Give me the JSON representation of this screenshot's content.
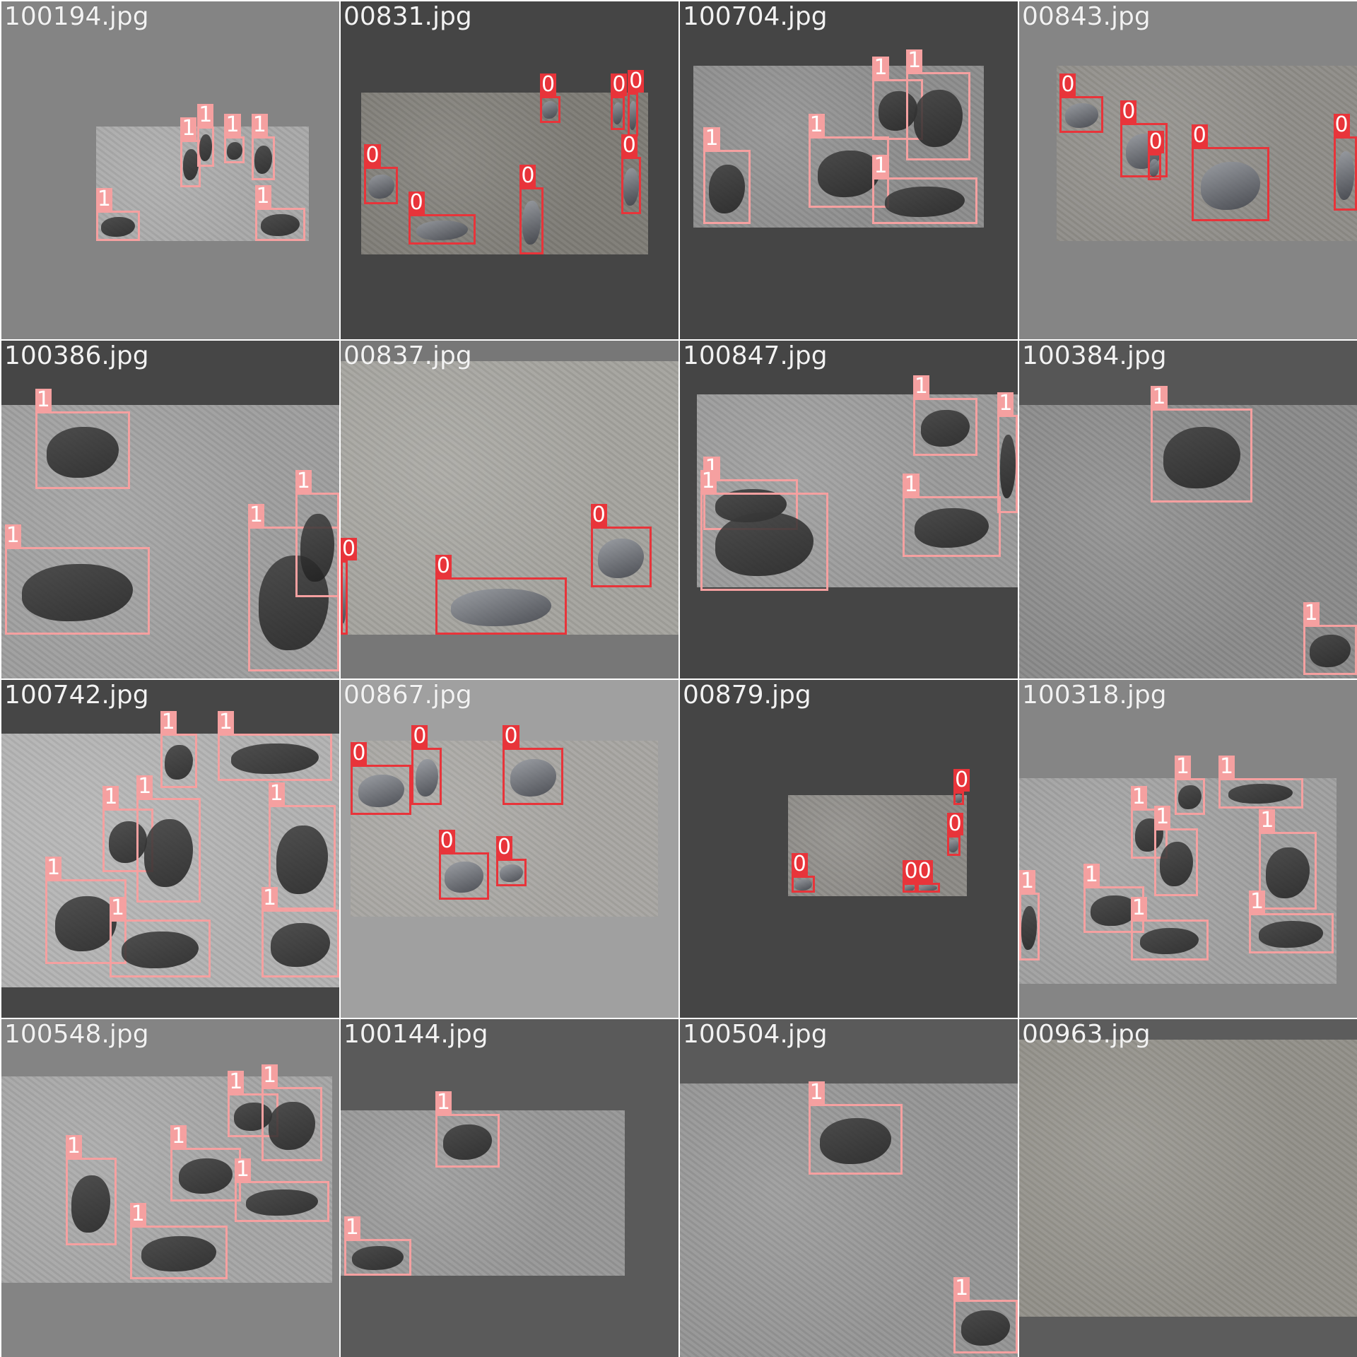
{
  "colors": {
    "class_0": "#e8343a",
    "class_1": "#f5a0a0"
  },
  "tiles": [
    {
      "filename": "100194.jpg",
      "bg": "#848484",
      "photo": [
        0.28,
        0.37,
        0.63,
        0.34
      ],
      "photo_color": "#a9a9a9",
      "boxes": [
        [
          1,
          0.28,
          0.62,
          0.13,
          0.09
        ],
        [
          1,
          0.53,
          0.41,
          0.06,
          0.14
        ],
        [
          1,
          0.58,
          0.37,
          0.05,
          0.12
        ],
        [
          1,
          0.66,
          0.4,
          0.06,
          0.08
        ],
        [
          1,
          0.74,
          0.4,
          0.07,
          0.13
        ],
        [
          1,
          0.75,
          0.61,
          0.15,
          0.1
        ]
      ]
    },
    {
      "filename": "00831.jpg",
      "bg": "#454545",
      "photo": [
        0.06,
        0.27,
        0.85,
        0.48
      ],
      "photo_color": "#7e7c76",
      "boxes": [
        [
          0,
          0.07,
          0.49,
          0.1,
          0.11
        ],
        [
          0,
          0.2,
          0.63,
          0.2,
          0.09
        ],
        [
          0,
          0.59,
          0.28,
          0.06,
          0.08
        ],
        [
          0,
          0.53,
          0.55,
          0.07,
          0.2
        ],
        [
          0,
          0.8,
          0.28,
          0.04,
          0.1
        ],
        [
          0,
          0.85,
          0.27,
          0.03,
          0.13
        ],
        [
          0,
          0.83,
          0.46,
          0.06,
          0.17
        ]
      ]
    },
    {
      "filename": "100704.jpg",
      "bg": "#454545",
      "photo": [
        0.04,
        0.19,
        0.86,
        0.48
      ],
      "photo_color": "#8d8d8d",
      "boxes": [
        [
          1,
          0.07,
          0.44,
          0.14,
          0.22
        ],
        [
          1,
          0.38,
          0.4,
          0.24,
          0.21
        ],
        [
          1,
          0.57,
          0.23,
          0.15,
          0.18
        ],
        [
          1,
          0.67,
          0.21,
          0.19,
          0.26
        ],
        [
          1,
          0.57,
          0.52,
          0.31,
          0.14
        ]
      ]
    },
    {
      "filename": "00843.jpg",
      "bg": "#858585",
      "photo": [
        0.11,
        0.19,
        0.89,
        0.52
      ],
      "photo_color": "#8f8d88",
      "boxes": [
        [
          0,
          0.12,
          0.28,
          0.13,
          0.11
        ],
        [
          0,
          0.3,
          0.36,
          0.14,
          0.16
        ],
        [
          0,
          0.38,
          0.45,
          0.04,
          0.08
        ],
        [
          0,
          0.51,
          0.43,
          0.23,
          0.22
        ],
        [
          0,
          0.93,
          0.4,
          0.07,
          0.22
        ]
      ]
    },
    {
      "filename": "100386.jpg",
      "bg": "#464646",
      "photo": [
        0.0,
        0.19,
        1.0,
        0.81
      ],
      "photo_color": "#9e9e9e",
      "boxes": [
        [
          1,
          0.1,
          0.21,
          0.28,
          0.23
        ],
        [
          1,
          0.01,
          0.61,
          0.43,
          0.26
        ],
        [
          1,
          0.73,
          0.55,
          0.27,
          0.43
        ],
        [
          1,
          0.87,
          0.45,
          0.13,
          0.31
        ]
      ]
    },
    {
      "filename": "00837.jpg",
      "bg": "#777777",
      "photo": [
        0.0,
        0.06,
        1.0,
        0.81
      ],
      "photo_color": "#a4a39e",
      "boxes": [
        [
          0,
          0.28,
          0.7,
          0.39,
          0.17
        ],
        [
          0,
          0.74,
          0.55,
          0.18,
          0.18
        ],
        [
          0,
          0.0,
          0.65,
          0.02,
          0.22
        ]
      ]
    },
    {
      "filename": "100847.jpg",
      "bg": "#454545",
      "photo": [
        0.05,
        0.16,
        0.95,
        0.57
      ],
      "photo_color": "#9a9a9a",
      "boxes": [
        [
          1,
          0.07,
          0.41,
          0.28,
          0.15
        ],
        [
          1,
          0.06,
          0.45,
          0.38,
          0.29
        ],
        [
          1,
          0.69,
          0.17,
          0.19,
          0.17
        ],
        [
          1,
          0.94,
          0.22,
          0.06,
          0.29
        ],
        [
          1,
          0.66,
          0.46,
          0.29,
          0.18
        ]
      ]
    },
    {
      "filename": "100384.jpg",
      "bg": "#565656",
      "photo": [
        0.0,
        0.19,
        1.0,
        0.81
      ],
      "photo_color": "#8a8a8a",
      "boxes": [
        [
          1,
          0.39,
          0.2,
          0.3,
          0.28
        ],
        [
          1,
          0.84,
          0.84,
          0.16,
          0.15
        ]
      ]
    },
    {
      "filename": "100742.jpg",
      "bg": "#464646",
      "photo": [
        0.0,
        0.16,
        1.0,
        0.75
      ],
      "photo_color": "#b2b2b2",
      "boxes": [
        [
          1,
          0.47,
          0.16,
          0.11,
          0.16
        ],
        [
          1,
          0.64,
          0.16,
          0.34,
          0.14
        ],
        [
          1,
          0.3,
          0.38,
          0.15,
          0.19
        ],
        [
          1,
          0.4,
          0.35,
          0.19,
          0.31
        ],
        [
          1,
          0.79,
          0.37,
          0.2,
          0.31
        ],
        [
          1,
          0.13,
          0.59,
          0.24,
          0.25
        ],
        [
          1,
          0.32,
          0.71,
          0.3,
          0.17
        ],
        [
          1,
          0.77,
          0.68,
          0.23,
          0.2
        ]
      ]
    },
    {
      "filename": "00867.jpg",
      "bg": "#a0a0a0",
      "photo": [
        0.03,
        0.18,
        0.91,
        0.52
      ],
      "photo_color": "#a8a6a2",
      "boxes": [
        [
          0,
          0.03,
          0.25,
          0.18,
          0.15
        ],
        [
          0,
          0.21,
          0.2,
          0.09,
          0.17
        ],
        [
          0,
          0.48,
          0.2,
          0.18,
          0.17
        ],
        [
          0,
          0.29,
          0.51,
          0.15,
          0.14
        ],
        [
          0,
          0.46,
          0.53,
          0.09,
          0.08
        ]
      ]
    },
    {
      "filename": "00879.jpg",
      "bg": "#454545",
      "photo": [
        0.32,
        0.34,
        0.53,
        0.3
      ],
      "photo_color": "#8c8a86",
      "boxes": [
        [
          0,
          0.33,
          0.58,
          0.07,
          0.05
        ],
        [
          0,
          0.66,
          0.6,
          0.04,
          0.03
        ],
        [
          0,
          0.7,
          0.6,
          0.07,
          0.03
        ],
        [
          0,
          0.79,
          0.46,
          0.04,
          0.06
        ],
        [
          0,
          0.81,
          0.33,
          0.03,
          0.04
        ]
      ]
    },
    {
      "filename": "100318.jpg",
      "bg": "#858585",
      "photo": [
        0.0,
        0.29,
        0.94,
        0.61
      ],
      "photo_color": "#a0a0a0",
      "boxes": [
        [
          1,
          0.46,
          0.29,
          0.09,
          0.11
        ],
        [
          1,
          0.59,
          0.29,
          0.25,
          0.09
        ],
        [
          1,
          0.33,
          0.38,
          0.11,
          0.15
        ],
        [
          1,
          0.4,
          0.44,
          0.13,
          0.2
        ],
        [
          1,
          0.71,
          0.45,
          0.17,
          0.23
        ],
        [
          1,
          0.19,
          0.61,
          0.18,
          0.14
        ],
        [
          1,
          0.33,
          0.71,
          0.23,
          0.12
        ],
        [
          1,
          0.68,
          0.69,
          0.25,
          0.12
        ],
        [
          1,
          0.0,
          0.63,
          0.06,
          0.2
        ]
      ]
    },
    {
      "filename": "100548.jpg",
      "bg": "#848484",
      "photo": [
        0.0,
        0.17,
        0.98,
        0.61
      ],
      "photo_color": "#a5a5a5",
      "boxes": [
        [
          1,
          0.19,
          0.41,
          0.15,
          0.26
        ],
        [
          1,
          0.38,
          0.61,
          0.29,
          0.16
        ],
        [
          1,
          0.5,
          0.38,
          0.21,
          0.16
        ],
        [
          1,
          0.67,
          0.22,
          0.15,
          0.13
        ],
        [
          1,
          0.77,
          0.2,
          0.18,
          0.22
        ],
        [
          1,
          0.69,
          0.48,
          0.28,
          0.12
        ]
      ]
    },
    {
      "filename": "100144.jpg",
      "bg": "#5a5a5a",
      "photo": [
        0.0,
        0.27,
        0.84,
        0.49
      ],
      "photo_color": "#979797",
      "boxes": [
        [
          1,
          0.28,
          0.28,
          0.19,
          0.16
        ],
        [
          1,
          0.01,
          0.65,
          0.2,
          0.11
        ]
      ]
    },
    {
      "filename": "100504.jpg",
      "bg": "#5a5a5a",
      "photo": [
        0.0,
        0.19,
        1.0,
        0.81
      ],
      "photo_color": "#959595",
      "boxes": [
        [
          1,
          0.38,
          0.25,
          0.28,
          0.21
        ],
        [
          1,
          0.81,
          0.83,
          0.19,
          0.16
        ]
      ]
    },
    {
      "filename": "00963.jpg",
      "bg": "#5c5c5c",
      "photo": [
        0.0,
        0.06,
        1.0,
        0.82
      ],
      "photo_color": "#929089",
      "boxes": []
    }
  ]
}
